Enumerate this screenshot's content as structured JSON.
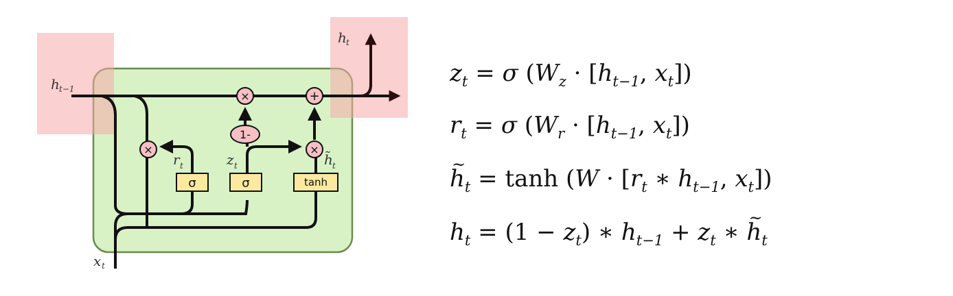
{
  "diagram": {
    "labels": {
      "h_prev": "h",
      "h_prev_sub": "t−1",
      "h_out": "h",
      "h_out_sub": "t",
      "x_in": "x",
      "x_in_sub": "t",
      "r_label": "r",
      "r_label_sub": "t",
      "z_label": "z",
      "z_label_sub": "t",
      "htilde_label": "h̃",
      "htilde_label_sub": "t"
    },
    "ops": {
      "multiply": "×",
      "add": "+",
      "one_minus": "1-"
    },
    "gates": {
      "reset": "σ",
      "update": "σ",
      "candidate": "tanh"
    },
    "colors": {
      "cell_fill": "#d8f2c6",
      "cell_border": "#6b8a4e",
      "highlight": "#f7b9b9",
      "gate_fill": "#fbe9a0",
      "op_fill": "#f5c0c4",
      "line": "#111111"
    }
  },
  "equations": {
    "z": {
      "lhs": "z",
      "lhs_sub": "t",
      "fn": "σ",
      "W": "W",
      "W_sub": "z",
      "h": "h",
      "h_sub": "t−1",
      "x": "x",
      "x_sub": "t"
    },
    "r": {
      "lhs": "r",
      "lhs_sub": "t",
      "fn": "σ",
      "W": "W",
      "W_sub": "r",
      "h": "h",
      "h_sub": "t−1",
      "x": "x",
      "x_sub": "t"
    },
    "htilde": {
      "lhs": "h",
      "lhs_sub": "t",
      "fn": "tanh",
      "W": "W",
      "r": "r",
      "r_sub": "t",
      "h": "h",
      "h_sub": "t−1",
      "x": "x",
      "x_sub": "t"
    },
    "h": {
      "lhs": "h",
      "lhs_sub": "t",
      "one": "1",
      "z": "z",
      "z_sub": "t",
      "h": "h",
      "h_sub": "t−1",
      "z2": "z",
      "z2_sub": "t",
      "ht": "h",
      "ht_sub": "t"
    }
  }
}
